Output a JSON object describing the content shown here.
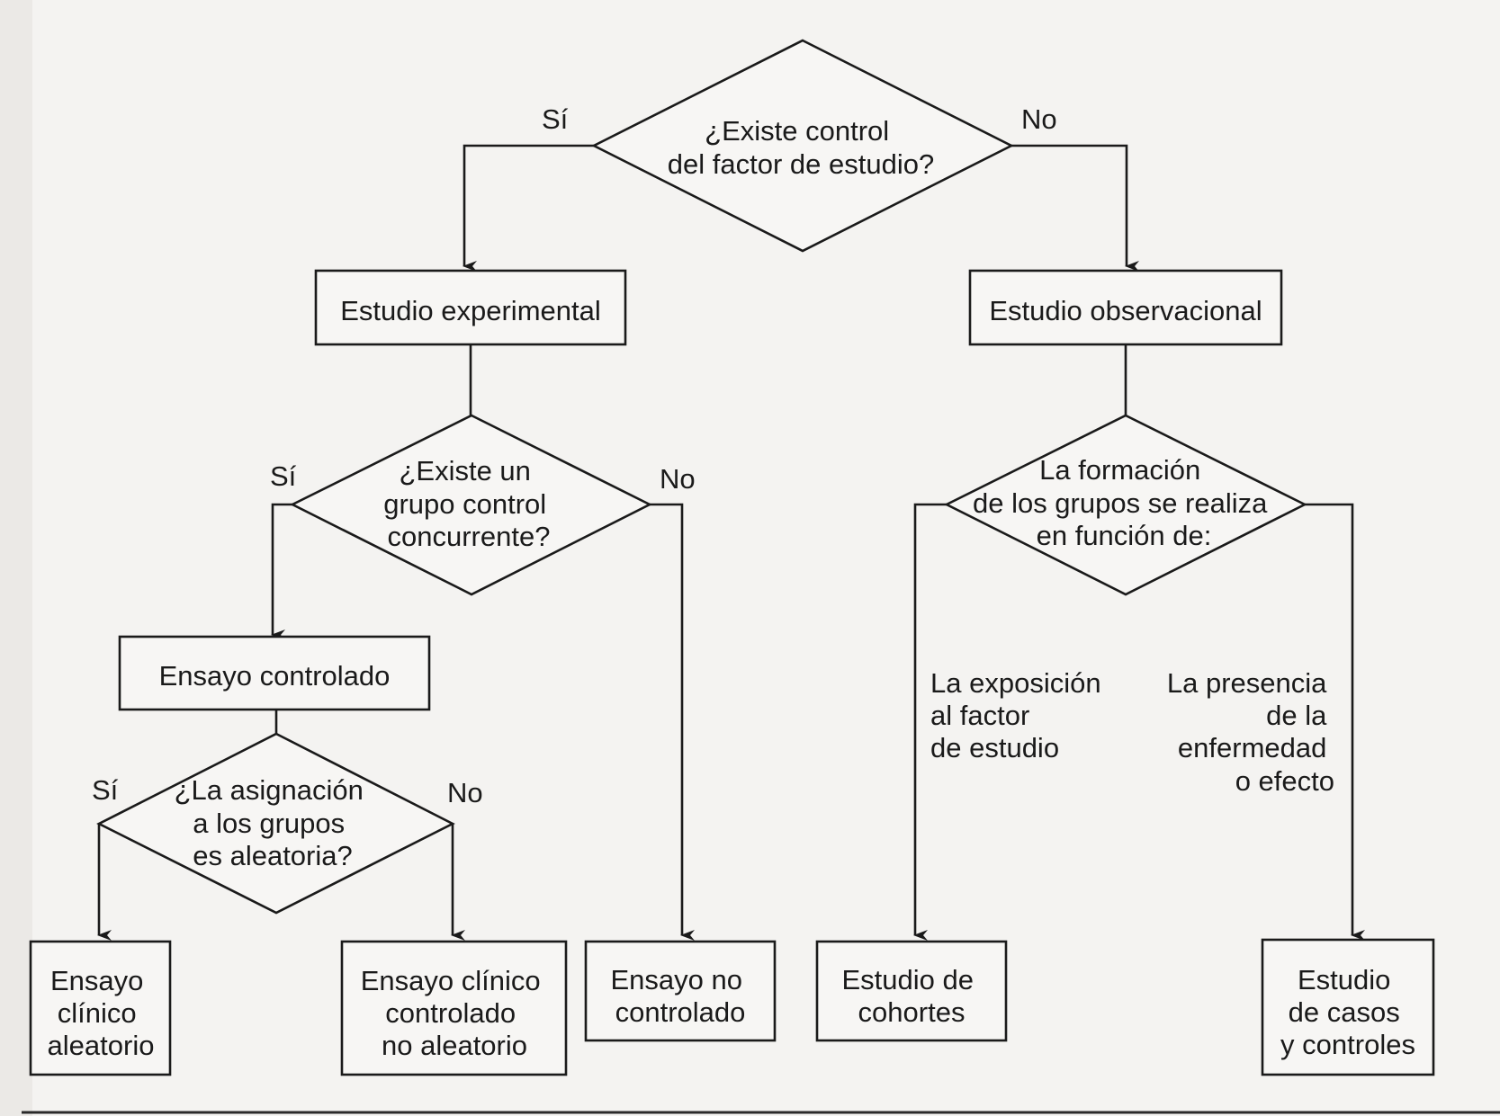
{
  "nodes": {
    "q_control_factor": {
      "lines": [
        "¿Existe control",
        "del factor de estudio?"
      ]
    },
    "estudio_experimental": {
      "lines": [
        "Estudio experimental"
      ]
    },
    "estudio_observacional": {
      "lines": [
        "Estudio observacional"
      ]
    },
    "q_grupo_control": {
      "lines": [
        "¿Existe un",
        "grupo control",
        "concurrente?"
      ]
    },
    "q_formacion_grupos": {
      "lines": [
        "La formación",
        "de los grupos se realiza",
        "en función de:"
      ]
    },
    "ensayo_controlado": {
      "lines": [
        "Ensayo controlado"
      ]
    },
    "q_asignacion": {
      "lines": [
        "¿La asignación",
        "a los grupos",
        "es aleatoria?"
      ]
    },
    "ensayo_clinico_aleatorio": {
      "lines": [
        "Ensayo",
        "clínico",
        "aleatorio"
      ]
    },
    "ensayo_clinico_no_aleatorio": {
      "lines": [
        "Ensayo clínico",
        "controlado",
        "no aleatorio"
      ]
    },
    "ensayo_no_controlado": {
      "lines": [
        "Ensayo no",
        "controlado"
      ]
    },
    "estudio_cohortes": {
      "lines": [
        "Estudio de",
        "cohortes"
      ]
    },
    "estudio_casos_controles": {
      "lines": [
        "Estudio",
        "de casos",
        "y controles"
      ]
    }
  },
  "branch_labels": {
    "top_yes": "Sí",
    "top_no": "No",
    "mid_yes": "Sí",
    "mid_no": "No",
    "low_yes": "Sí",
    "low_no": "No",
    "exposicion": [
      "La exposición",
      "al factor",
      "de estudio"
    ],
    "presencia": [
      "La presencia",
      "de la",
      "enfermedad",
      "o efecto"
    ]
  },
  "colors": {
    "ink": "#1a1a1a",
    "paper": "#f4f3f1"
  }
}
